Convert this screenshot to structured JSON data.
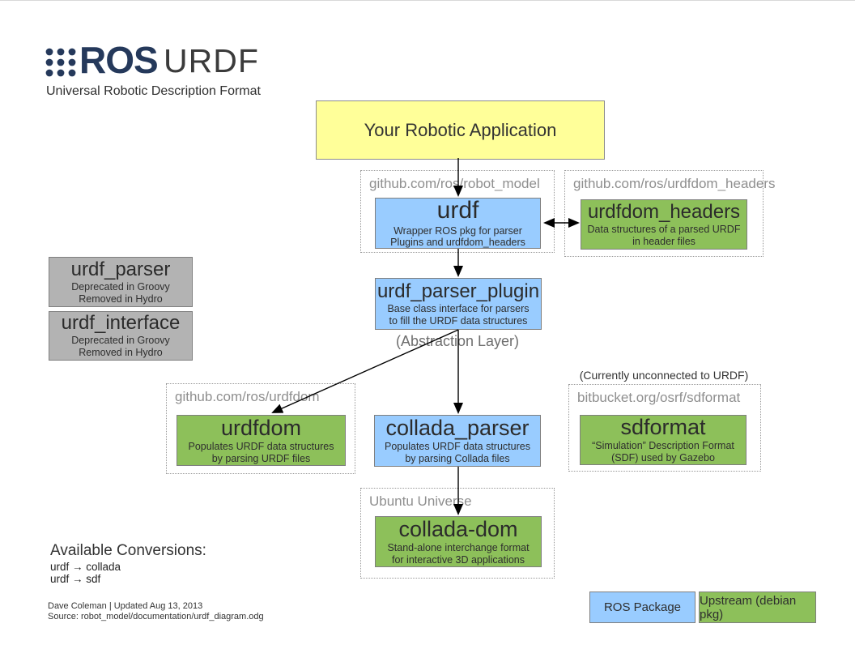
{
  "header": {
    "logo_text": "ROS",
    "title": "URDF",
    "subtitle": "Universal Robotic Description Format"
  },
  "colors": {
    "ros_package_fill": "#99CCFF",
    "upstream_fill": "#8DC05A",
    "deprecated_fill": "#B3B3B3",
    "application_fill": "#FFFF99",
    "logo_navy": "#25395B",
    "box_border": "#7F7F7F",
    "group_label_gray": "#8F8F8F"
  },
  "app_box": {
    "label": "Your Robotic Application"
  },
  "groups": {
    "robot_model": "github.com/ros/robot_model",
    "urdfdom_headers": "github.com/ros/urdfdom_headers",
    "urdfdom": "github.com/ros/urdfdom",
    "sdformat": "bitbucket.org/osrf/sdformat",
    "ubuntu": "Ubuntu Universe"
  },
  "packages": {
    "urdf": {
      "title": "urdf",
      "line1": "Wrapper ROS pkg for parser",
      "line2": "Plugins and urdfdom_headers"
    },
    "urdfdom_headers": {
      "title": "urdfdom_headers",
      "line1": "Data structures of a parsed URDF",
      "line2": "in header files"
    },
    "urdf_parser": {
      "title": "urdf_parser",
      "line1": "Deprecated in Groovy",
      "line2": "Removed in Hydro"
    },
    "urdf_interface": {
      "title": "urdf_interface",
      "line1": "Deprecated in Groovy",
      "line2": "Removed in Hydro"
    },
    "urdf_parser_plugin": {
      "title": "urdf_parser_plugin",
      "line1": "Base class interface for parsers",
      "line2": "to fill the URDF data structures"
    },
    "urdfdom": {
      "title": "urdfdom",
      "line1": "Populates URDF data structures",
      "line2": "by parsing URDF files"
    },
    "collada_parser": {
      "title": "collada_parser",
      "line1": "Populates URDF data structures",
      "line2": "by parsing Collada files"
    },
    "sdformat": {
      "title": "sdformat",
      "line1": "“Simulation” Description Format",
      "line2": "(SDF) used by Gazebo"
    },
    "collada_dom": {
      "title": "collada-dom",
      "line1": "Stand-alone interchange format",
      "line2": "for interactive 3D applications"
    }
  },
  "notes": {
    "abstraction": "(Abstraction Layer)",
    "unconnected": "(Currently unconnected to URDF)"
  },
  "conversions": {
    "title": "Available Conversions:",
    "item1": "urdf → collada",
    "item2": "urdf → sdf"
  },
  "footer": {
    "line1": "Dave Coleman | Updated Aug 13, 2013",
    "line2": "Source: robot_model/documentation/urdf_diagram.odg"
  },
  "legend": {
    "ros": "ROS Package",
    "upstream": "Upstream (debian pkg)"
  }
}
